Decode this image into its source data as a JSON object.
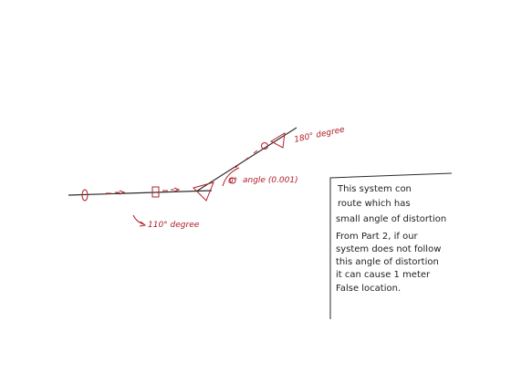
{
  "annotations": {
    "label_180": "180° degree",
    "label_angle": "angle (0.001)",
    "label_angle_prefix": "0°",
    "label_110": "110° degree"
  },
  "note_box": {
    "lines": [
      "This system con",
      "route which has",
      "small angle of distortion",
      "From Part 2, if our",
      "system does not follow",
      "this angle of distortion",
      "it can cause 1 meter",
      "False location."
    ]
  },
  "colors": {
    "black_ink": "#2a2a2a",
    "red_ink": "#b0202a",
    "background": "#ffffff"
  }
}
